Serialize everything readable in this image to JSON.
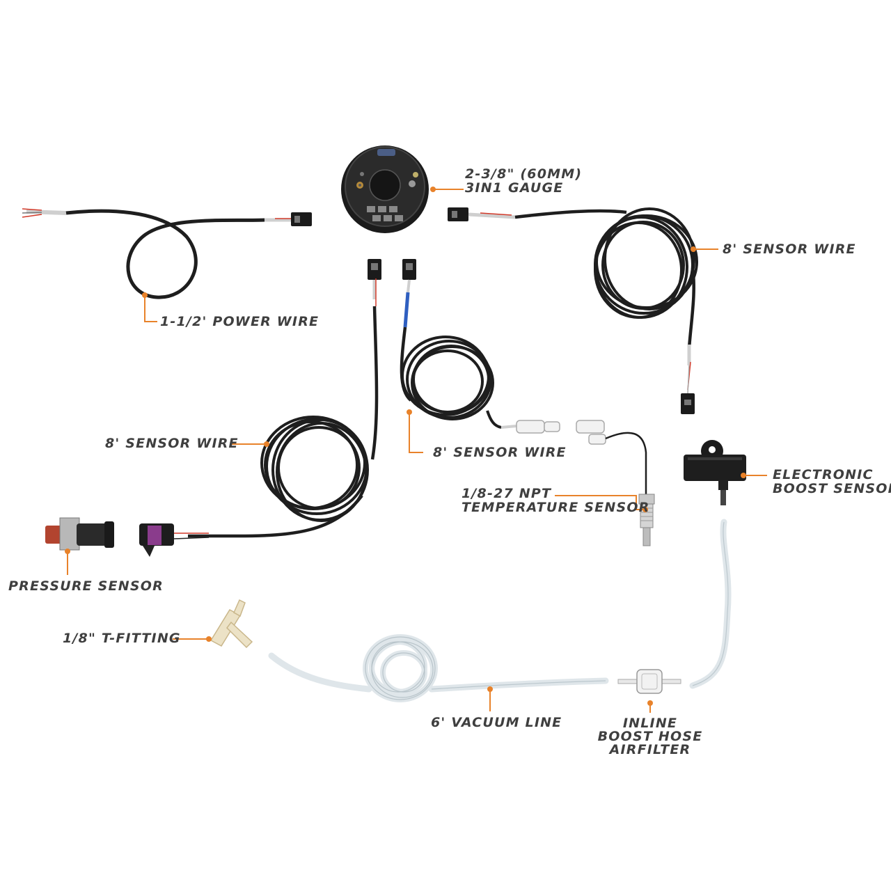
{
  "colors": {
    "accent": "#e8822a",
    "label_text": "#3f3f3f",
    "cable": "#1e1e1e",
    "tubing": "#dfe6ea",
    "sensor_purple": "#8a3c8c",
    "wire_red": "#d23a2a",
    "wire_blue": "#2f5fc0"
  },
  "components": {
    "gauge": {
      "label_line1": "2-3/8\" (60MM)",
      "label_line2": "3IN1 GAUGE",
      "icon": "round-gauge-back"
    },
    "power_wire": {
      "label": "1-1/2' POWER WIRE",
      "icon": "coiled-wire"
    },
    "sensor_wire_right": {
      "label": "8' SENSOR WIRE",
      "icon": "coiled-cable"
    },
    "sensor_wire_left": {
      "label": "8' SENSOR WIRE",
      "icon": "coiled-cable"
    },
    "sensor_wire_middle": {
      "label": "8' SENSOR WIRE",
      "icon": "coiled-cable"
    },
    "electronic_boost_sensor": {
      "label_line1": "ELECTRONIC",
      "label_line2": "BOOST SENSOR",
      "icon": "boost-sensor"
    },
    "temperature_sensor": {
      "label_line1": "1/8-27 NPT",
      "label_line2": "TEMPERATURE SENSOR",
      "icon": "threaded-probe"
    },
    "pressure_sensor": {
      "label": "PRESSURE SENSOR",
      "icon": "pressure-sender"
    },
    "t_fitting": {
      "label": "1/8\" T-FITTING",
      "icon": "t-fitting"
    },
    "vacuum_line": {
      "label": "6' VACUUM LINE",
      "icon": "coiled-tube"
    },
    "inline_filter": {
      "label_line1": "INLINE",
      "label_line2": "BOOST HOSE",
      "label_line3": "AIRFILTER",
      "icon": "inline-filter"
    }
  }
}
